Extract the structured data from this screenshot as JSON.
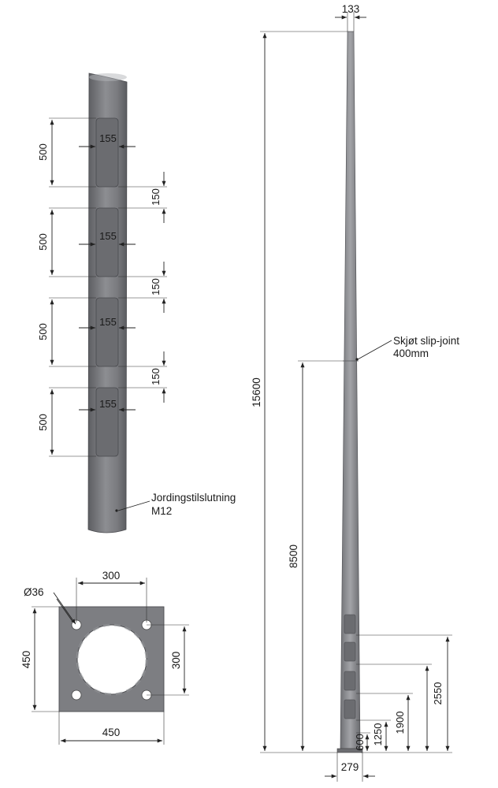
{
  "section_detail": {
    "door_heights": [
      "500",
      "500",
      "500",
      "500"
    ],
    "door_widths": [
      "155",
      "155",
      "155",
      "155"
    ],
    "gaps": [
      "150",
      "150",
      "150"
    ],
    "grounding_label_line1": "Jordingstilslutning",
    "grounding_label_line2": "M12"
  },
  "base_plate": {
    "bolt_diameter": "Ø36",
    "bolt_spacing_horizontal": "300",
    "bolt_spacing_vertical": "300",
    "plate_height": "450",
    "plate_width": "450"
  },
  "pole": {
    "top_diameter": "133",
    "bottom_diameter": "279",
    "total_height": "15600",
    "slip_joint_height": "8500",
    "slip_joint_label_line1": "Skjøt slip-joint",
    "slip_joint_label_line2": "400mm",
    "door_positions": [
      "600",
      "1250",
      "1900",
      "2550"
    ]
  },
  "colors": {
    "pole_gray": "#7e7f83",
    "pole_light": "#a6a7ab",
    "pole_dark": "#5a5b5f",
    "dimension_line": "#222222"
  }
}
